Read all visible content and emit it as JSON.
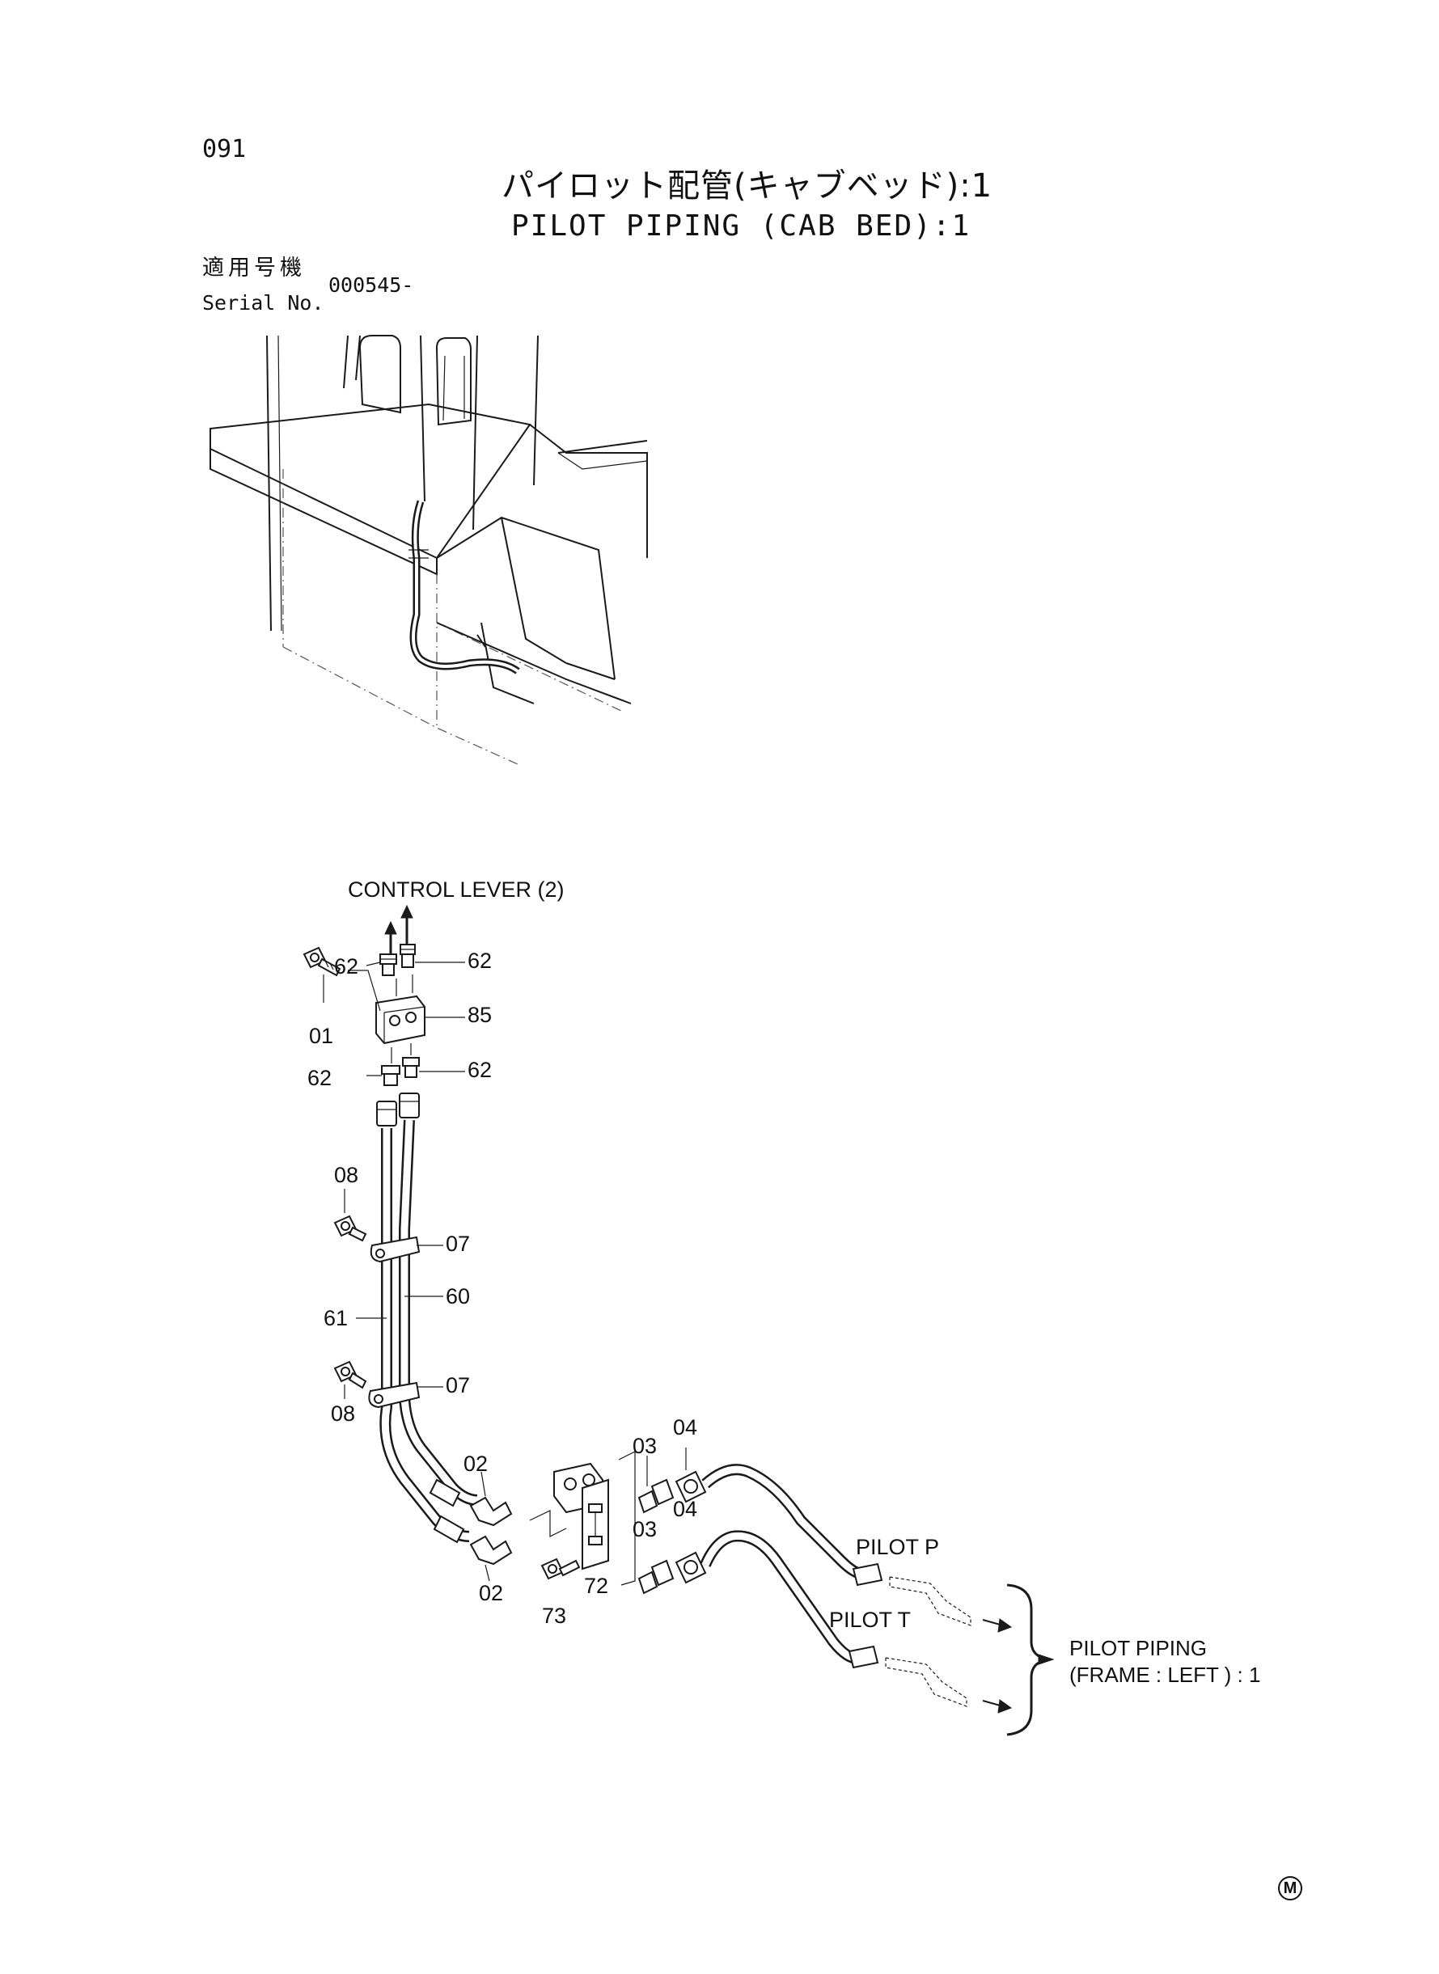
{
  "header": {
    "page_number": "091",
    "title_jp": "パイロット配管(キャブベッド):1",
    "title_en": "PILOT PIPING (CAB BED):1"
  },
  "serial": {
    "label_jp": "適用号機",
    "label_en": "Serial No.",
    "value": "000545-"
  },
  "callouts": {
    "control_lever": "CONTROL LEVER (2)",
    "pilot_p": "PILOT P",
    "pilot_t": "PILOT T",
    "pilot_piping_line1": "PILOT PIPING",
    "pilot_piping_line2": "(FRAME : LEFT ) : 1"
  },
  "part_labels": {
    "p62_top_left": "62",
    "p62_top_right": "62",
    "p85": "85",
    "p01": "01",
    "p62_mid_left": "62",
    "p62_mid_right": "62",
    "p08_top": "08",
    "p07_top": "07",
    "p60": "60",
    "p61": "61",
    "p07_bottom": "07",
    "p08_bottom": "08",
    "p02_top": "02",
    "p02_bottom": "02",
    "p03_top": "03",
    "p03_bottom": "03",
    "p04_top": "04",
    "p04_bottom": "04",
    "p72": "72",
    "p73": "73"
  },
  "mark_symbol": "M",
  "icons": {
    "arrow": "up-arrow-icon",
    "brace": "right-curly-brace-icon"
  }
}
